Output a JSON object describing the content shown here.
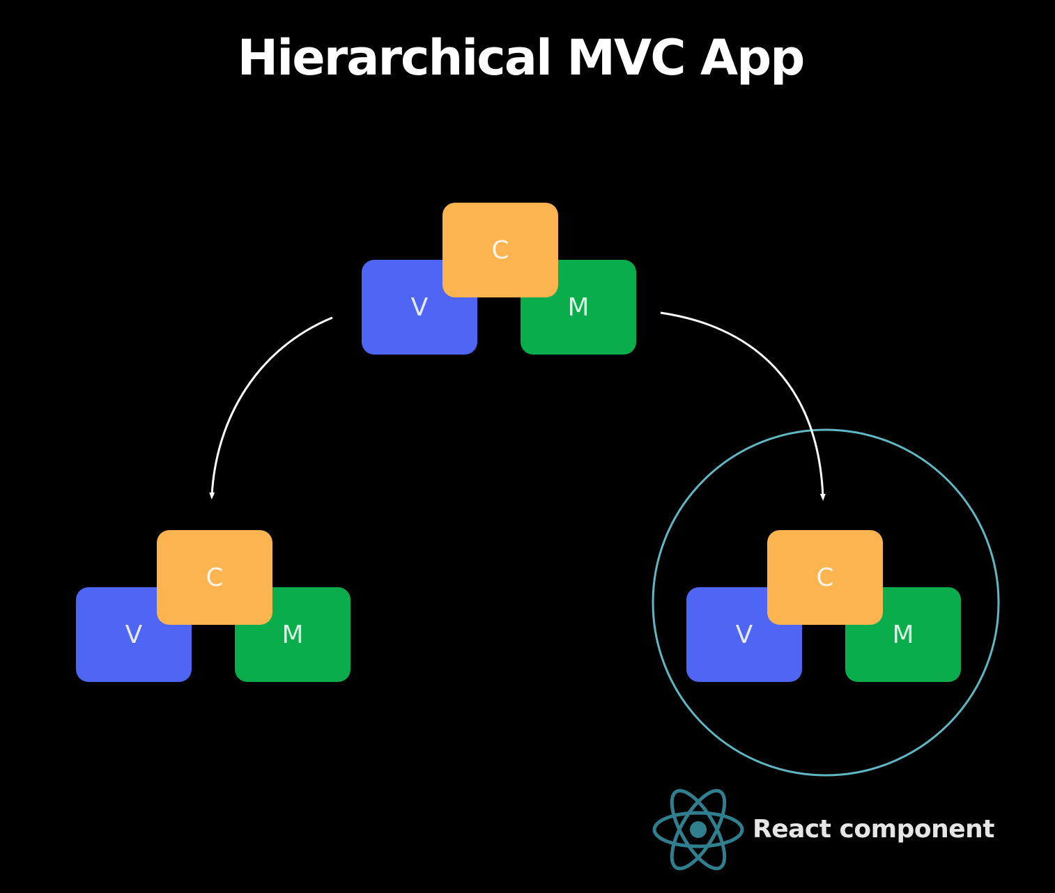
{
  "title": "Hierarchical MVC App",
  "colors": {
    "background": "#000000",
    "view": "#4f66f5",
    "model": "#0aad4c",
    "controller": "#fbb450",
    "highlight_circle": "#5fb8c4",
    "arrow": "#ffffff"
  },
  "nodes": {
    "root": {
      "controller": "C",
      "view": "V",
      "model": "M"
    },
    "left_child": {
      "controller": "C",
      "view": "V",
      "model": "M"
    },
    "right_child": {
      "controller": "C",
      "view": "V",
      "model": "M"
    }
  },
  "legend": {
    "icon": "react-logo-icon",
    "label": "React component"
  }
}
